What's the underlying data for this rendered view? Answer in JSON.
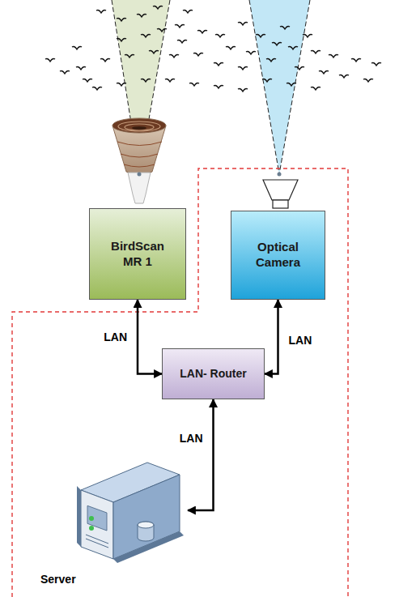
{
  "diagram": {
    "nodes": [
      {
        "text": [
          "BirdScan MR 1"
        ]
      },
      {
        "text": [
          "Optical Camera"
        ]
      },
      {
        "text": [
          "LAN- Router"
        ]
      },
      {
        "text": [
          "Server"
        ]
      }
    ],
    "edges": [
      {
        "from": 0,
        "to": 2,
        "arrow": "both",
        "label": "LAN"
      },
      {
        "from": 1,
        "to": 2,
        "arrow": "both",
        "label": "LAN"
      },
      {
        "from": 2,
        "to": 3,
        "arrow": "both",
        "label": "LAN"
      }
    ]
  }
}
